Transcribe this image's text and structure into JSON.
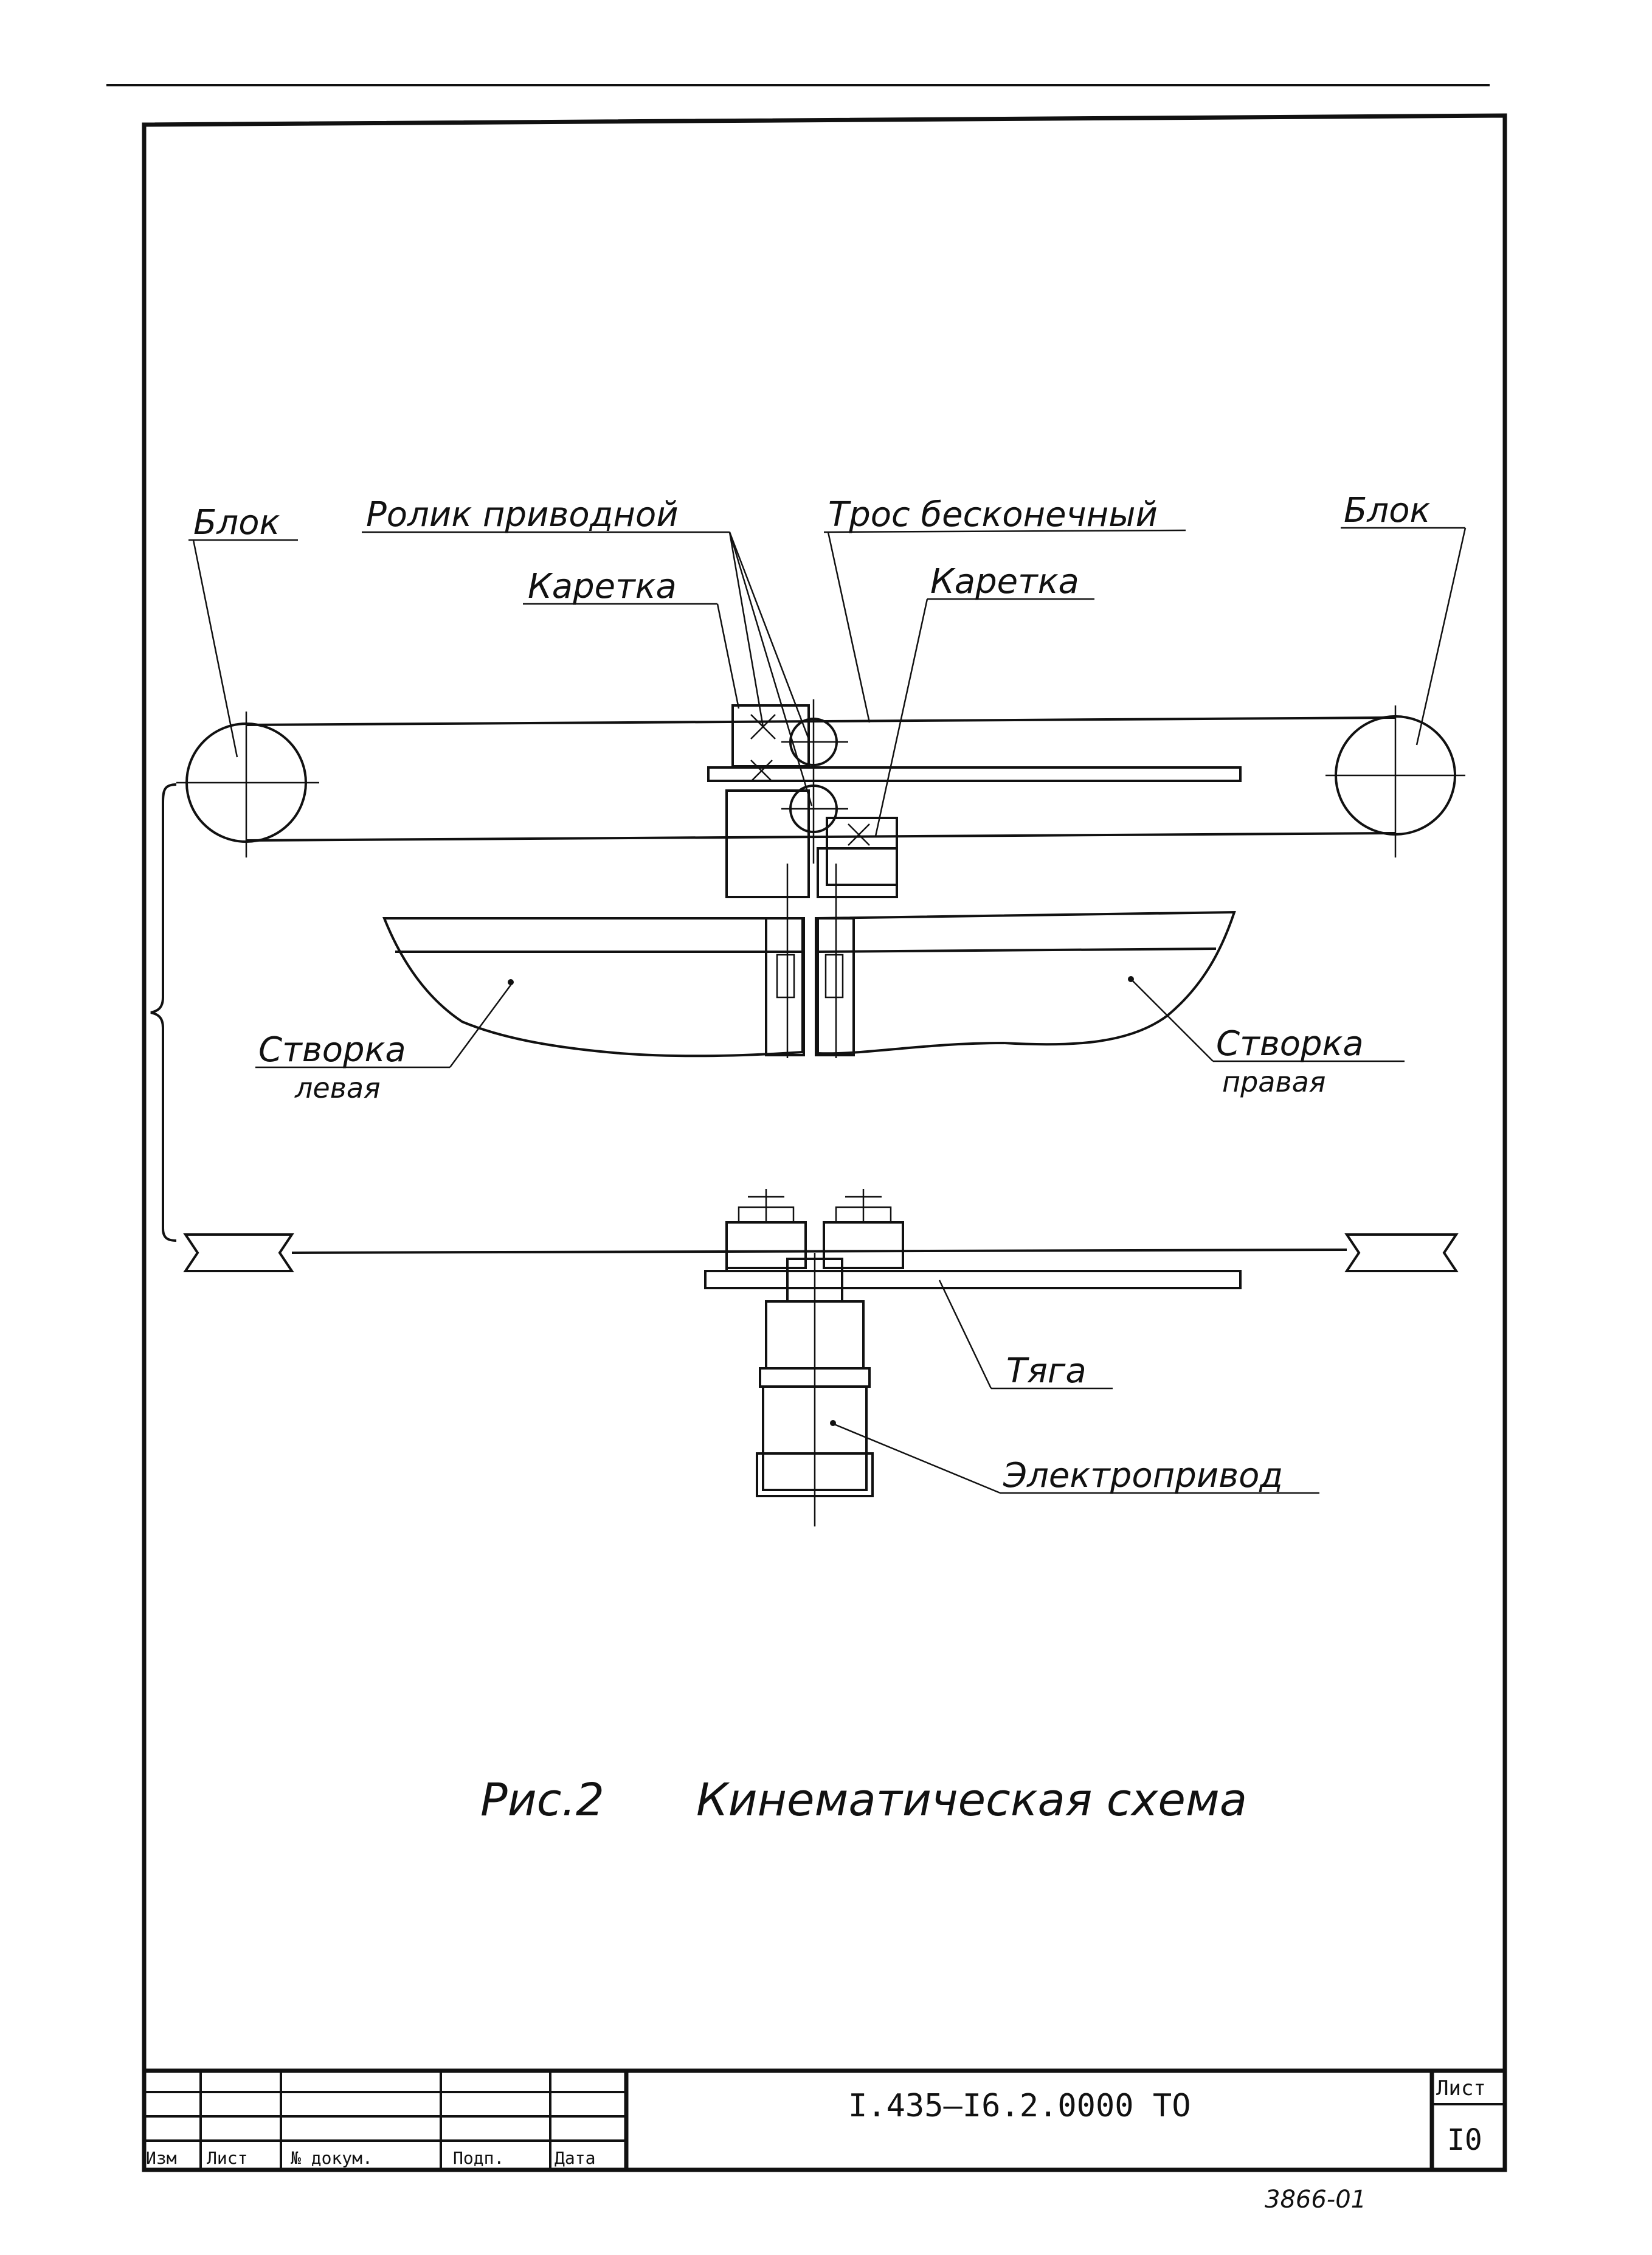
{
  "labels": {
    "block_left": "Блок",
    "roller": "Ролик приводной",
    "cable": "Трос бесконечный",
    "block_right": "Блок",
    "carriage_left": "Каретка",
    "carriage_right": "Каретка",
    "leaf_left_1": "Створка",
    "leaf_left_2": "левая",
    "leaf_right_1": "Створка",
    "leaf_right_2": "правая",
    "rod": "Тяга",
    "drive": "Электропривод"
  },
  "caption": {
    "number": "Рис.2",
    "title": "Кинематическая схема"
  },
  "title_block": {
    "col_izm": "Изм",
    "col_list": "Лист",
    "col_doc": "№ докум.",
    "col_sign": "Подп.",
    "col_date": "Дата",
    "doc_code": "I.435–I6.2.0000 ТО",
    "sheet_label": "Лист",
    "sheet_number": "I0"
  },
  "inventory_number": "3866-01"
}
